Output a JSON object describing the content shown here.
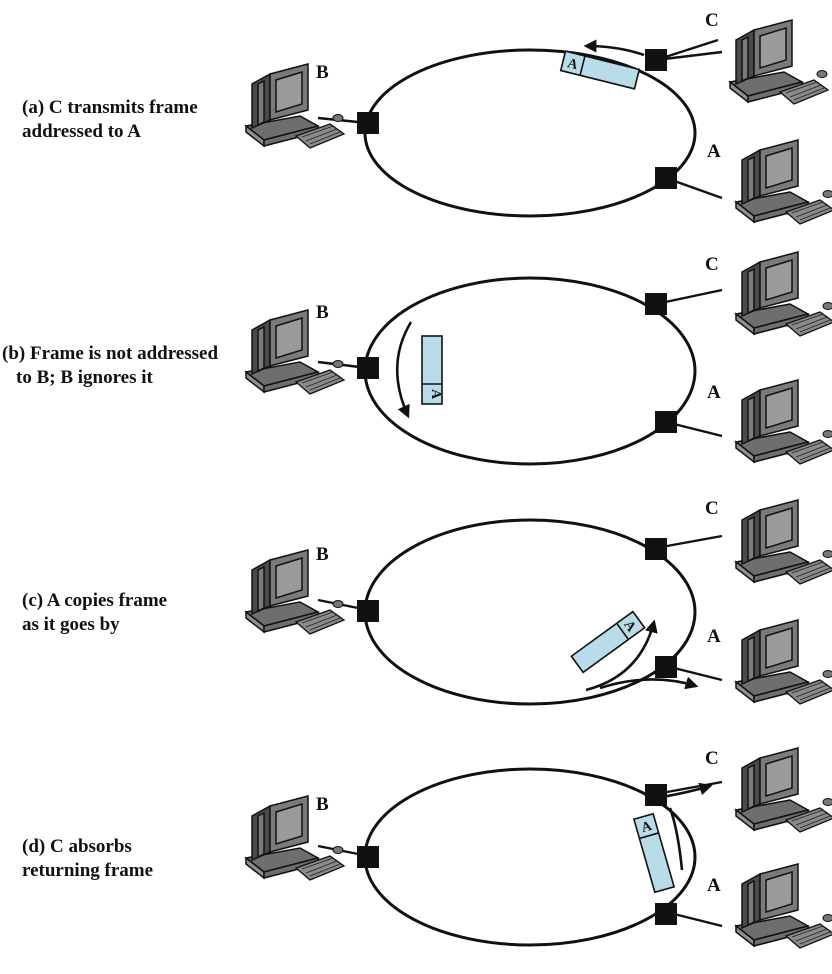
{
  "panels": [
    {
      "caption": [
        "(a) C transmits frame",
        "addressed to A"
      ],
      "nodes": {
        "b": "B",
        "c": "C",
        "a": "A"
      },
      "frame_address": "A"
    },
    {
      "caption": [
        "(b) Frame is not addressed",
        "to B; B ignores it"
      ],
      "nodes": {
        "b": "B",
        "c": "C",
        "a": "A"
      },
      "frame_address": "A"
    },
    {
      "caption": [
        "(c) A copies frame",
        "as it goes by"
      ],
      "nodes": {
        "b": "B",
        "c": "C",
        "a": "A"
      },
      "frame_address": "A"
    },
    {
      "caption": [
        "(d) C absorbs",
        "returning frame"
      ],
      "nodes": {
        "b": "B",
        "c": "C",
        "a": "A"
      },
      "frame_address": "A"
    }
  ]
}
